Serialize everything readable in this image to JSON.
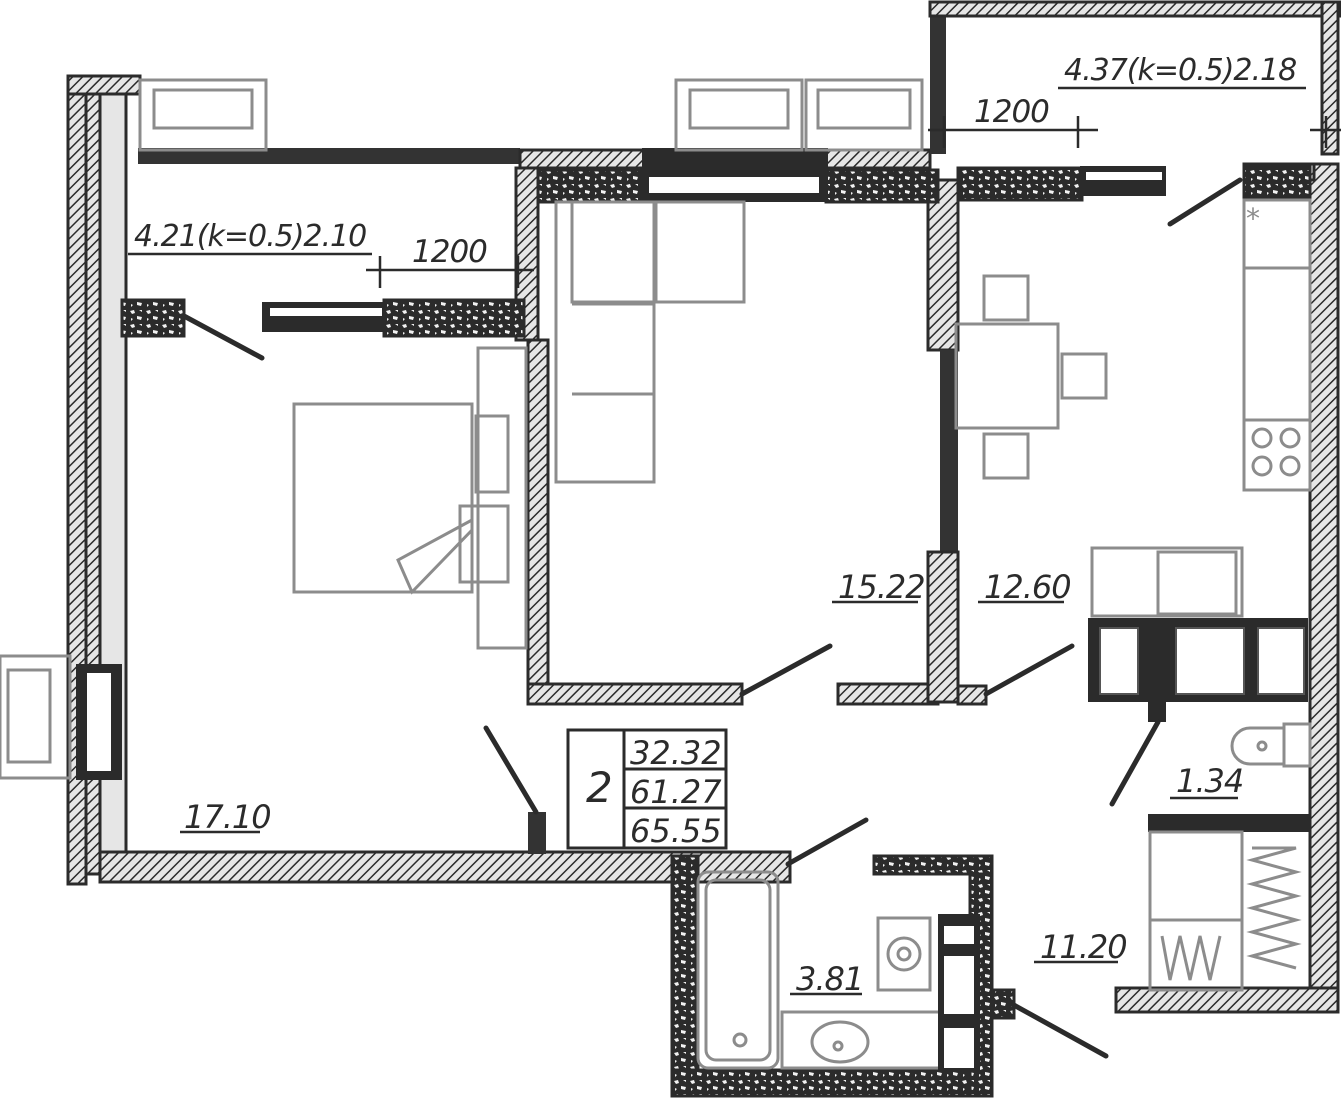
{
  "plan": {
    "balconies": [
      {
        "label": "4.21(k=0.5)2.10",
        "window_width": "1200"
      },
      {
        "label": "4.37(k=0.5)2.18",
        "window_width": "1200"
      }
    ],
    "rooms": [
      {
        "area": "17.10"
      },
      {
        "area": "15.22"
      },
      {
        "area": "12.60"
      },
      {
        "area": "1.34"
      },
      {
        "area": "11.20"
      },
      {
        "area": "3.81"
      }
    ],
    "legend": {
      "rooms_count": "2",
      "living_area": "32.32",
      "total_area": "61.27",
      "total_with_balconies": "65.55"
    }
  }
}
